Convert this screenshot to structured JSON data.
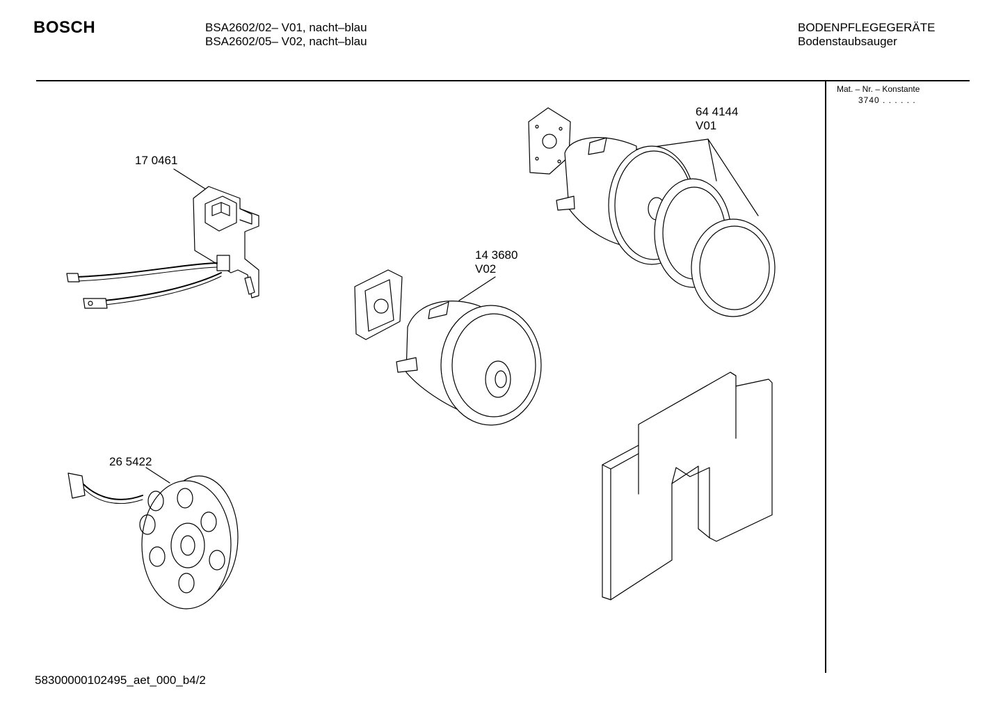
{
  "header": {
    "brand": "BOSCH",
    "model_lines": [
      "BSA2602/02– V01, nacht–blau",
      "BSA2602/05– V02, nacht–blau"
    ],
    "category_lines": [
      "BODENPFLEGEGERÄTE",
      "Bodenstaubsauger"
    ]
  },
  "sidebar": {
    "mat_label": "Mat. – Nr. – Konstante",
    "mat_value": "3740 .  .  .  .  .  ."
  },
  "parts": {
    "switch_board": {
      "number": "17 0461"
    },
    "motor_v02": {
      "number": "14 3680",
      "variant": "V02"
    },
    "motor_v01": {
      "number": "64 4144",
      "variant": "V01"
    },
    "cable_reel": {
      "number": "26 5422"
    }
  },
  "footer": {
    "drawing_id": "58300000102495_aet_000_b4/2"
  }
}
